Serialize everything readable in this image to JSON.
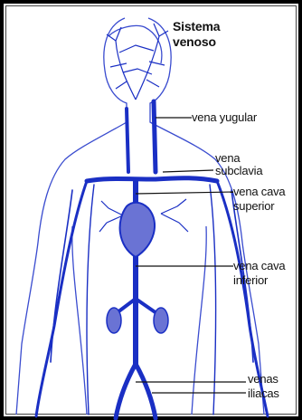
{
  "title": {
    "line1": "Sistema",
    "line2": "venoso"
  },
  "labels": {
    "yugular": "vena yugular",
    "subclavia_1": "vena",
    "subclavia_2": "subclavia",
    "cava_sup_1": "vena cava",
    "cava_sup_2": "superior",
    "cava_inf_1": "vena cava",
    "cava_inf_2": "inferior",
    "iliacas_1": "venas",
    "iliacas_2": "iliacas"
  },
  "colors": {
    "vein": "#1a2fc4",
    "outline": "#3a4ccf",
    "heart": "#6a73d4",
    "frame": "#000000"
  }
}
